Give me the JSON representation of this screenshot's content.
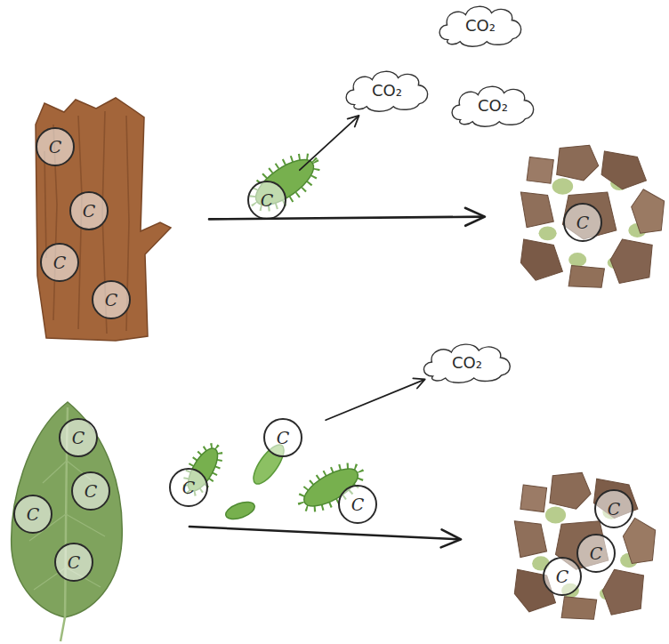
{
  "diagram": {
    "nodes": [
      {
        "text": []
      },
      {
        "text": [
          "C"
        ],
        "in": 0
      },
      {
        "text": [
          "C"
        ],
        "in": 0
      },
      {
        "text": [
          "C"
        ],
        "in": 0
      },
      {
        "text": [
          "C"
        ],
        "in": 0
      },
      {
        "text": [
          "C"
        ]
      },
      {
        "text": [
          "CO₂"
        ]
      },
      {
        "text": [
          "CO₂"
        ]
      },
      {
        "text": [
          "CO₂"
        ]
      },
      {
        "text": []
      },
      {
        "text": [
          "C"
        ],
        "in": 9
      },
      {
        "text": []
      },
      {
        "text": [
          "C"
        ],
        "in": 11
      },
      {
        "text": [
          "C"
        ],
        "in": 11
      },
      {
        "text": [
          "C"
        ],
        "in": 11
      },
      {
        "text": [
          "C"
        ],
        "in": 11
      },
      {
        "text": [
          "CO₂"
        ]
      },
      {
        "text": [
          "C"
        ]
      },
      {
        "text": [
          "C"
        ]
      },
      {
        "text": [
          "C"
        ]
      },
      {
        "text": []
      },
      {
        "text": [
          "C"
        ],
        "in": 20
      },
      {
        "text": [
          "C"
        ],
        "in": 20
      },
      {
        "text": [
          "C"
        ],
        "in": 20
      }
    ],
    "edges": [
      {
        "from": 0,
        "to": 9,
        "arrow": "to"
      },
      {
        "from": 5,
        "to": 7,
        "arrow": "to"
      },
      {
        "from": 11,
        "to": 20,
        "arrow": "to"
      },
      {
        "from": 17,
        "to": 16,
        "arrow": "to"
      }
    ]
  }
}
